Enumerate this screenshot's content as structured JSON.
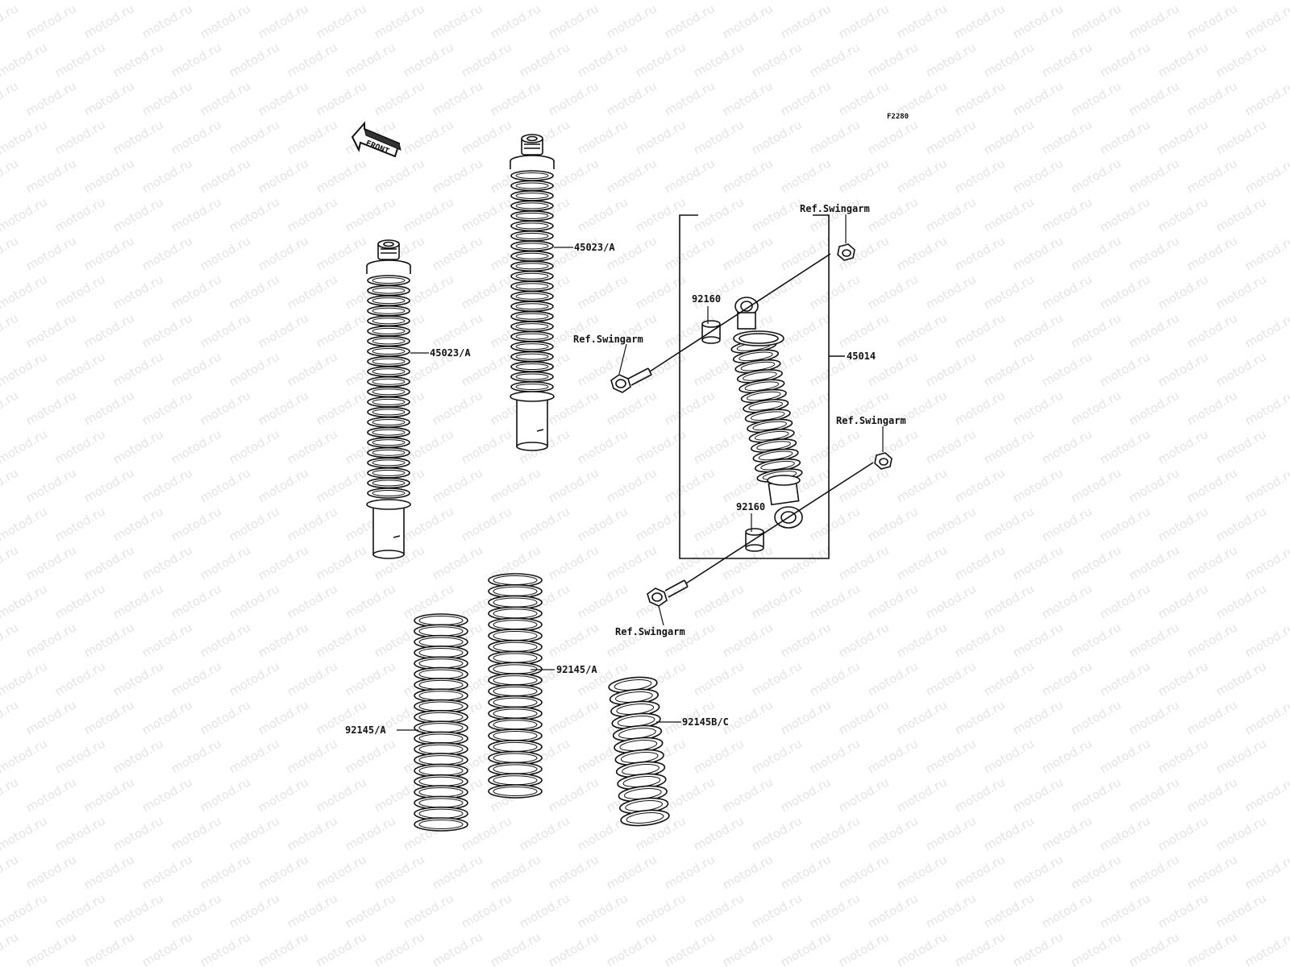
{
  "figure_code": "F2280",
  "front_marker": "FRONT",
  "watermark": "motod.ru",
  "callouts": {
    "shock_rear_a": "45023/A",
    "shock_front_a": "45023/A",
    "shock_assy": "45014",
    "collar_top": "92160",
    "collar_bottom": "92160",
    "spring_left": "92145/A",
    "spring_middle": "92145/A",
    "spring_right": "92145B/C",
    "ref_top_right": "Ref.Swingarm",
    "ref_top_left": "Ref.Swingarm",
    "ref_right": "Ref.Swingarm",
    "ref_bottom": "Ref.Swingarm"
  },
  "colors": {
    "line": "#111111",
    "watermark": "#e4e4e4"
  }
}
